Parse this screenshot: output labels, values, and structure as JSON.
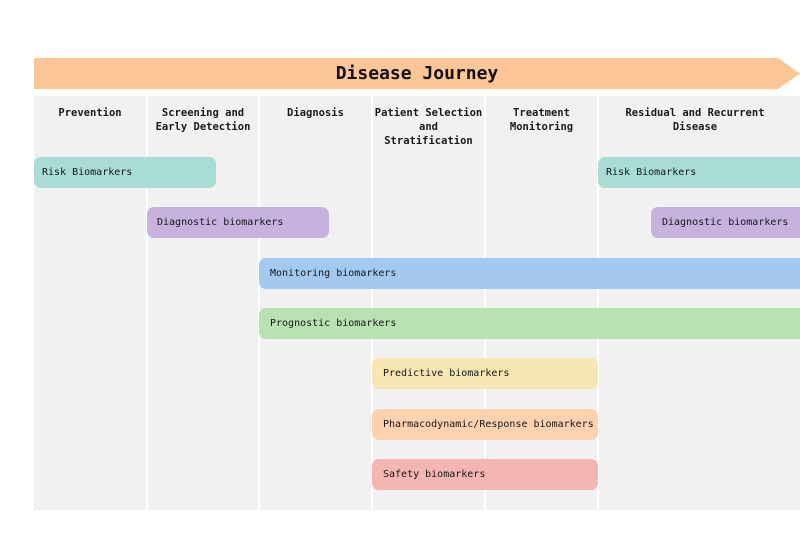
{
  "title": "Disease Journey",
  "colors": {
    "arrow": "#fdc697",
    "grid_background": "#f1f1f1",
    "risk": "#a8dcd4",
    "diagnostic": "#c6b2dc",
    "monitoring": "#a3c9ef",
    "prognostic": "#b9e2b3",
    "predictive": "#f5e6b2",
    "pharmacodynamic": "#fcd2b1",
    "safety": "#f4b6b2"
  },
  "stages": [
    {
      "label": "Prevention"
    },
    {
      "label": "Screening and\nEarly Detection"
    },
    {
      "label": "Diagnosis"
    },
    {
      "label": "Patient Selection\nand Stratification"
    },
    {
      "label": "Treatment\nMonitoring"
    },
    {
      "label": "Residual and Recurrent\nDisease"
    }
  ],
  "biomarkers": [
    {
      "label": "Risk Biomarkers",
      "color_key": "risk",
      "start_stage": "Prevention",
      "end_stage": "Screening and Early Detection"
    },
    {
      "label": "Risk Biomarkers",
      "color_key": "risk",
      "start_stage": "Residual and Recurrent Disease",
      "end_stage": "Residual and Recurrent Disease"
    },
    {
      "label": "Diagnostic biomarkers",
      "color_key": "diagnostic",
      "start_stage": "Screening and Early Detection",
      "end_stage": "Diagnosis"
    },
    {
      "label": "Diagnostic biomarkers",
      "color_key": "diagnostic",
      "start_stage": "Residual and Recurrent Disease",
      "end_stage": "Residual and Recurrent Disease"
    },
    {
      "label": "Monitoring biomarkers",
      "color_key": "monitoring",
      "start_stage": "Diagnosis",
      "end_stage": "Residual and Recurrent Disease"
    },
    {
      "label": "Prognostic biomarkers",
      "color_key": "prognostic",
      "start_stage": "Diagnosis",
      "end_stage": "Residual and Recurrent Disease"
    },
    {
      "label": "Predictive biomarkers",
      "color_key": "predictive",
      "start_stage": "Patient Selection and Stratification",
      "end_stage": "Treatment Monitoring"
    },
    {
      "label": "Pharmacodynamic/Response biomarkers",
      "color_key": "pharmacodynamic",
      "start_stage": "Patient Selection and Stratification",
      "end_stage": "Treatment Monitoring"
    },
    {
      "label": "Safety biomarkers",
      "color_key": "safety",
      "start_stage": "Patient Selection and Stratification",
      "end_stage": "Treatment Monitoring"
    }
  ]
}
